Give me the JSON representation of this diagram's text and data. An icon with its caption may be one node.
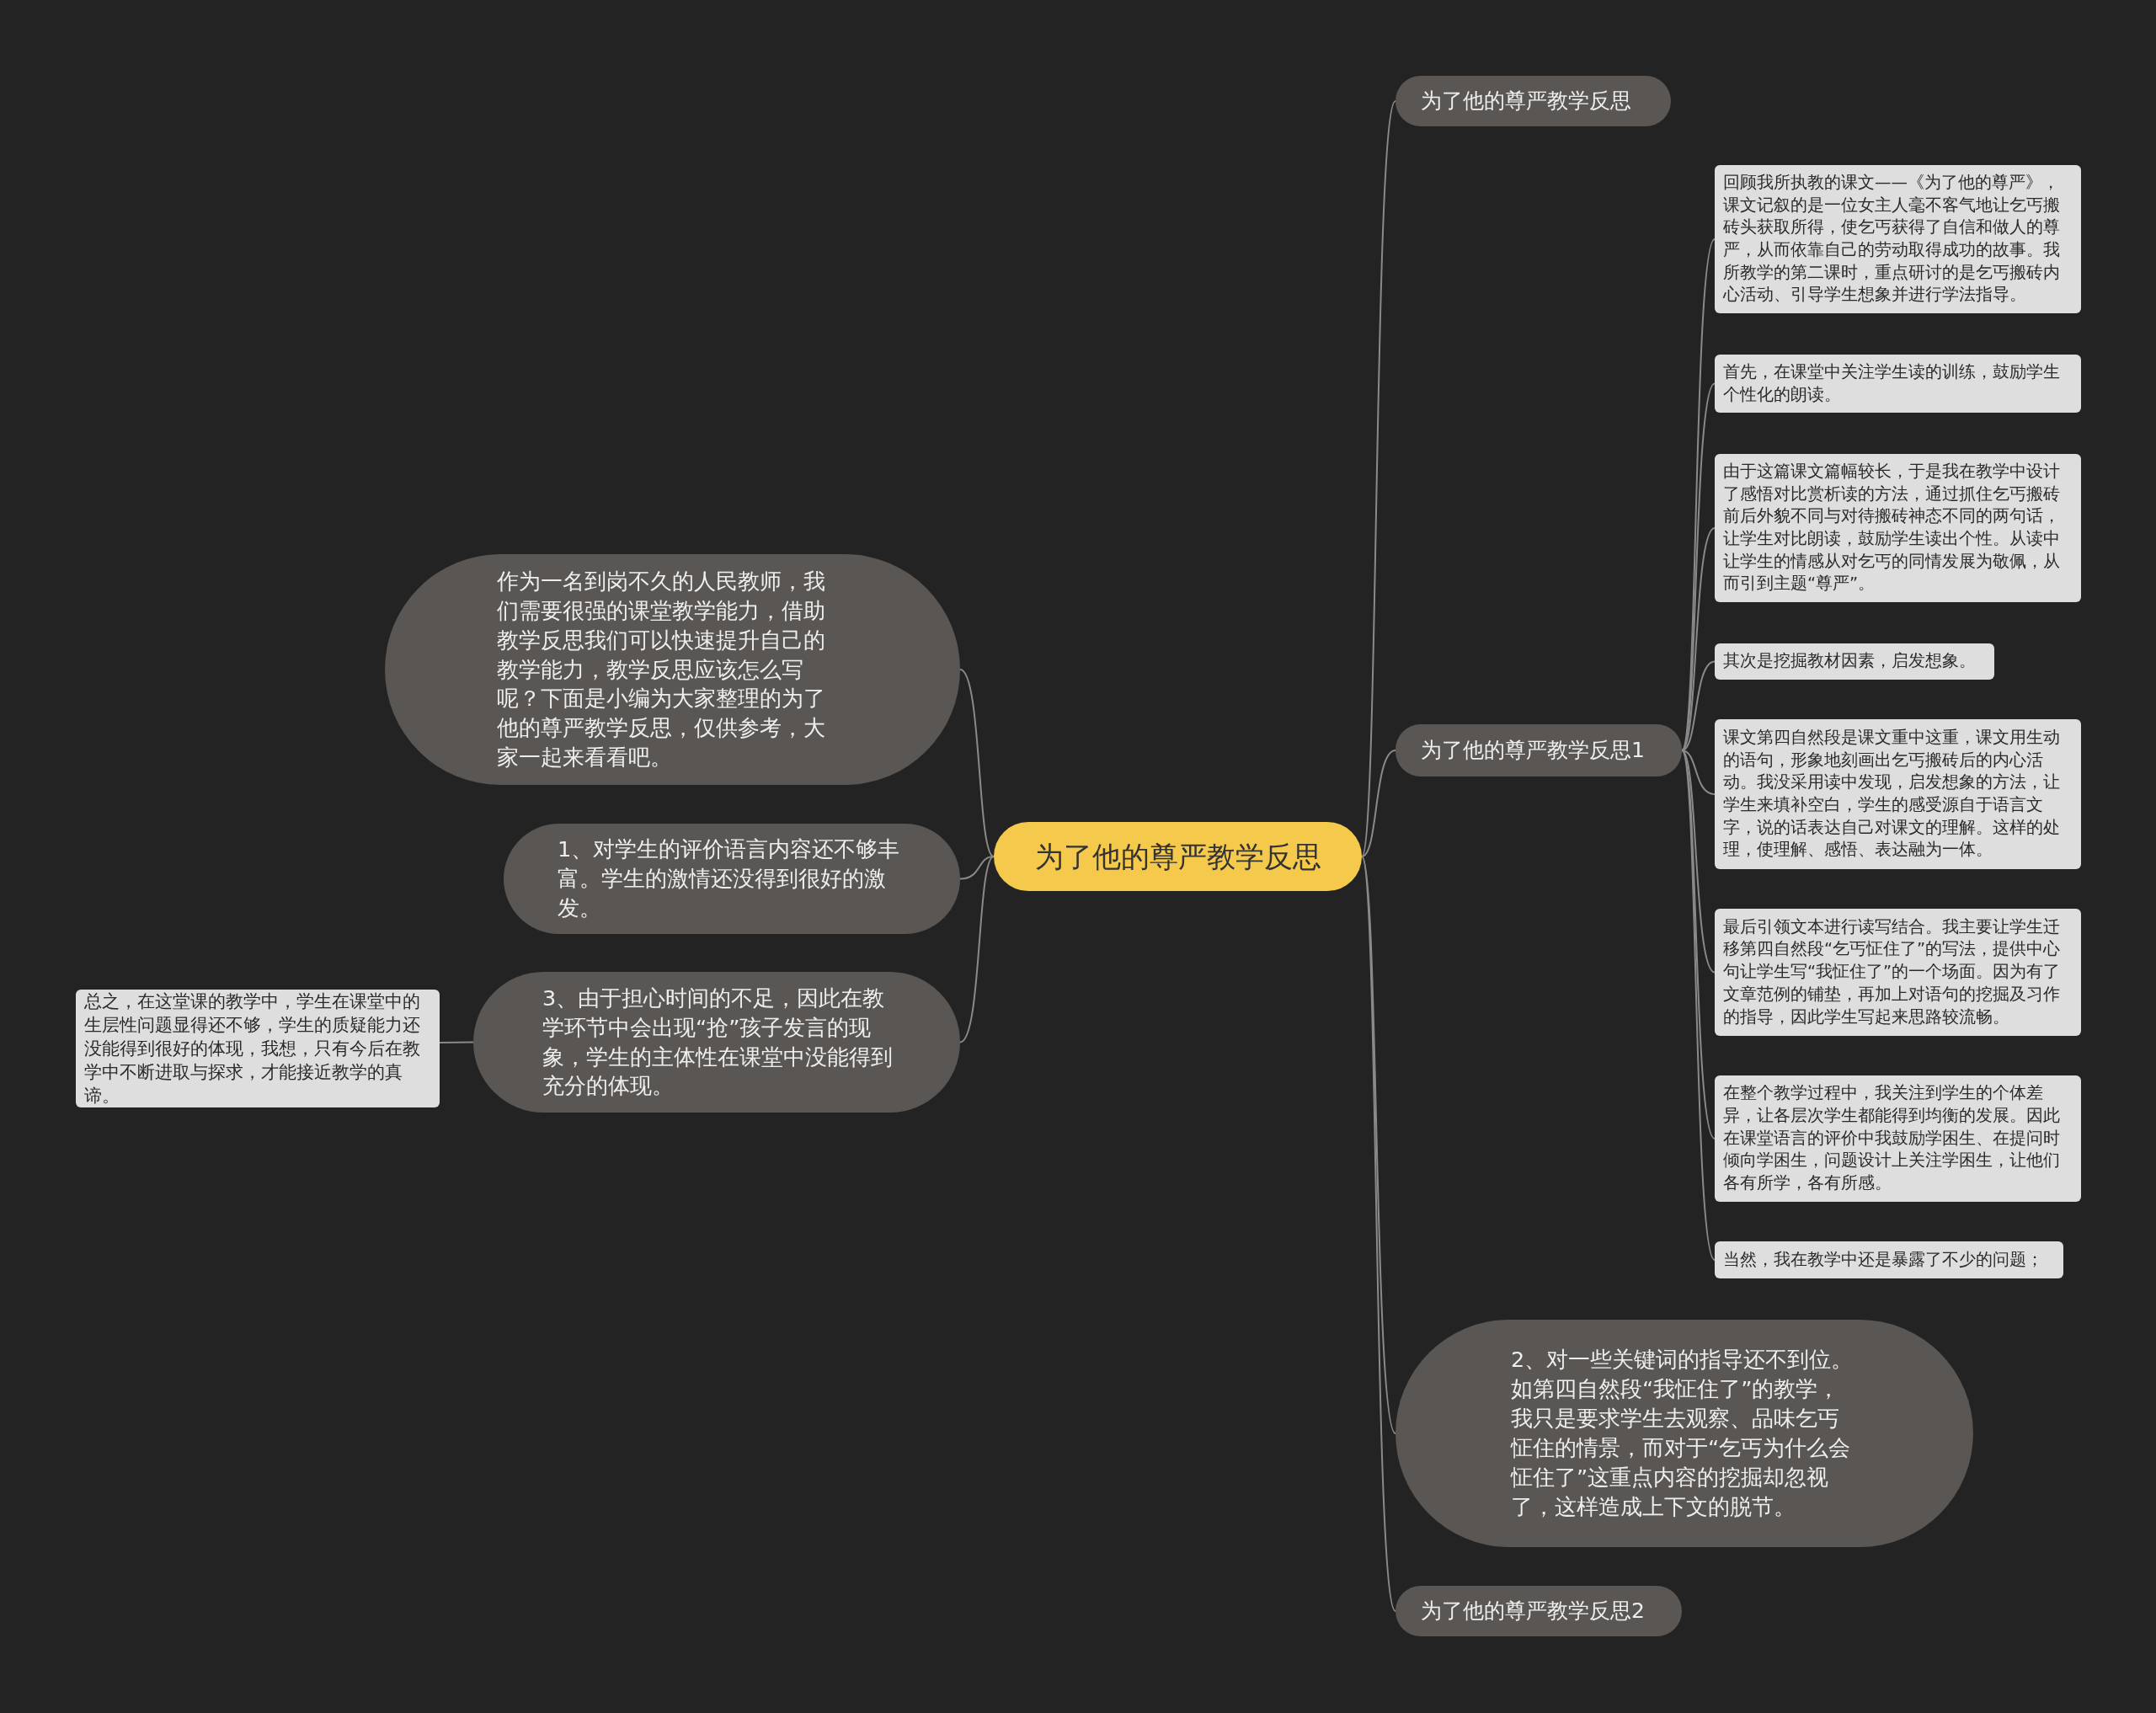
{
  "diagram": {
    "nodes": [
      {
        "text": [
          "为了他的尊严教学反思"
        ]
      },
      {
        "text": [
          "为了他的尊严教学反思"
        ]
      },
      {
        "text": [
          "为了他的尊严教学反思1"
        ]
      },
      {
        "text": [
          "回顾我所执教的课文——《为了他的尊严》，课文记叙的是一位女主人毫不客气地让乞丐搬砖头获取所得，使乞丐获得了自信和做人的尊严，从而依靠自己的劳动取得成功的故事。我所教学的第二课时，重点研讨的是乞丐搬砖内心活动、引导学生想象并进行学法指导。"
        ]
      },
      {
        "text": [
          "首先，在课堂中关注学生读的训练，鼓励学生个性化的朗读。"
        ]
      },
      {
        "text": [
          "由于这篇课文篇幅较长，于是我在教学中设计了感悟对比赏析读的方法，通过抓住乞丐搬砖前后外貌不同与对待搬砖神态不同的两句话，让学生对比朗读，鼓励学生读出个性。从读中让学生的情感从对乞丐的同情发展为敬佩，从而引到主题“尊严”。"
        ]
      },
      {
        "text": [
          "其次是挖掘教材因素，启发想象。"
        ]
      },
      {
        "text": [
          "课文第四自然段是课文重中这重，课文用生动的语句，形象地刻画出乞丐搬砖后的内心活动。我没采用读中发现，启发想象的方法，让学生来填补空白，学生的感受源自于语言文字，说的话表达自己对课文的理解。这样的处理，使理解、感悟、表达融为一体。"
        ]
      },
      {
        "text": [
          "最后引领文本进行读写结合。我主要让学生迁移第四自然段“乞丐怔住了”的写法，提供中心句让学生写“我怔住了”的一个场面。因为有了文章范例的铺垫，再加上对语句的挖掘及习作的指导，因此学生写起来思路较流畅。"
        ]
      },
      {
        "text": [
          "在整个教学过程中，我关注到学生的个体差异，让各层次学生都能得到均衡的发展。因此在课堂语言的评价中我鼓励学困生、在提问时倾向学困生，问题设计上关注学困生，让他们各有所学，各有所感。"
        ]
      },
      {
        "text": [
          "当然，我在教学中还是暴露了不少的问题；"
        ]
      },
      {
        "text": [
          "2、对一些关键词的指导还不到位。如第四自然段“我怔住了”的教学，我只是要求学生去观察、品味乞丐怔住的情景，而对于“乞丐为什么会怔住了”这重点内容的挖掘却忽视了，这样造成上下文的脱节。"
        ]
      },
      {
        "text": [
          "为了他的尊严教学反思2"
        ]
      },
      {
        "text": [
          "作为一名到岗不久的人民教师，我们需要很强的课堂教学能力，借助教学反思我们可以快速提升自己的教学能力，教学反思应该怎么写呢？下面是小编为大家整理的为了他的尊严教学反思，仅供参考，大家一起来看看吧。"
        ]
      },
      {
        "text": [
          "1、对学生的评价语言内容还不够丰富。学生的激情还没得到很好的激发。"
        ]
      },
      {
        "text": [
          "3、由于担心时间的不足，因此在教学环节中会出现“抢”孩子发言的现象，学生的主体性在课堂中没能得到充分的体现。"
        ]
      },
      {
        "text": [
          "总之，在这堂课的教学中，学生在课堂中的生层性问题显得还不够，学生的质疑能力还没能得到很好的体现，我想，只有今后在教学中不断进取与探求，才能接近教学的真谛。"
        ]
      }
    ],
    "edges": [
      {
        "from": 0,
        "to": 1,
        "arrow": "none"
      },
      {
        "from": 0,
        "to": 2,
        "arrow": "none"
      },
      {
        "from": 2,
        "to": 3,
        "arrow": "none"
      },
      {
        "from": 2,
        "to": 4,
        "arrow": "none"
      },
      {
        "from": 2,
        "to": 5,
        "arrow": "none"
      },
      {
        "from": 2,
        "to": 6,
        "arrow": "none"
      },
      {
        "from": 2,
        "to": 7,
        "arrow": "none"
      },
      {
        "from": 2,
        "to": 8,
        "arrow": "none"
      },
      {
        "from": 2,
        "to": 9,
        "arrow": "none"
      },
      {
        "from": 2,
        "to": 10,
        "arrow": "none"
      },
      {
        "from": 0,
        "to": 11,
        "arrow": "none"
      },
      {
        "from": 0,
        "to": 12,
        "arrow": "none"
      },
      {
        "from": 0,
        "to": 13,
        "arrow": "none"
      },
      {
        "from": 0,
        "to": 14,
        "arrow": "none"
      },
      {
        "from": 0,
        "to": 15,
        "arrow": "none"
      },
      {
        "from": 15,
        "to": 16,
        "arrow": "none"
      }
    ]
  }
}
